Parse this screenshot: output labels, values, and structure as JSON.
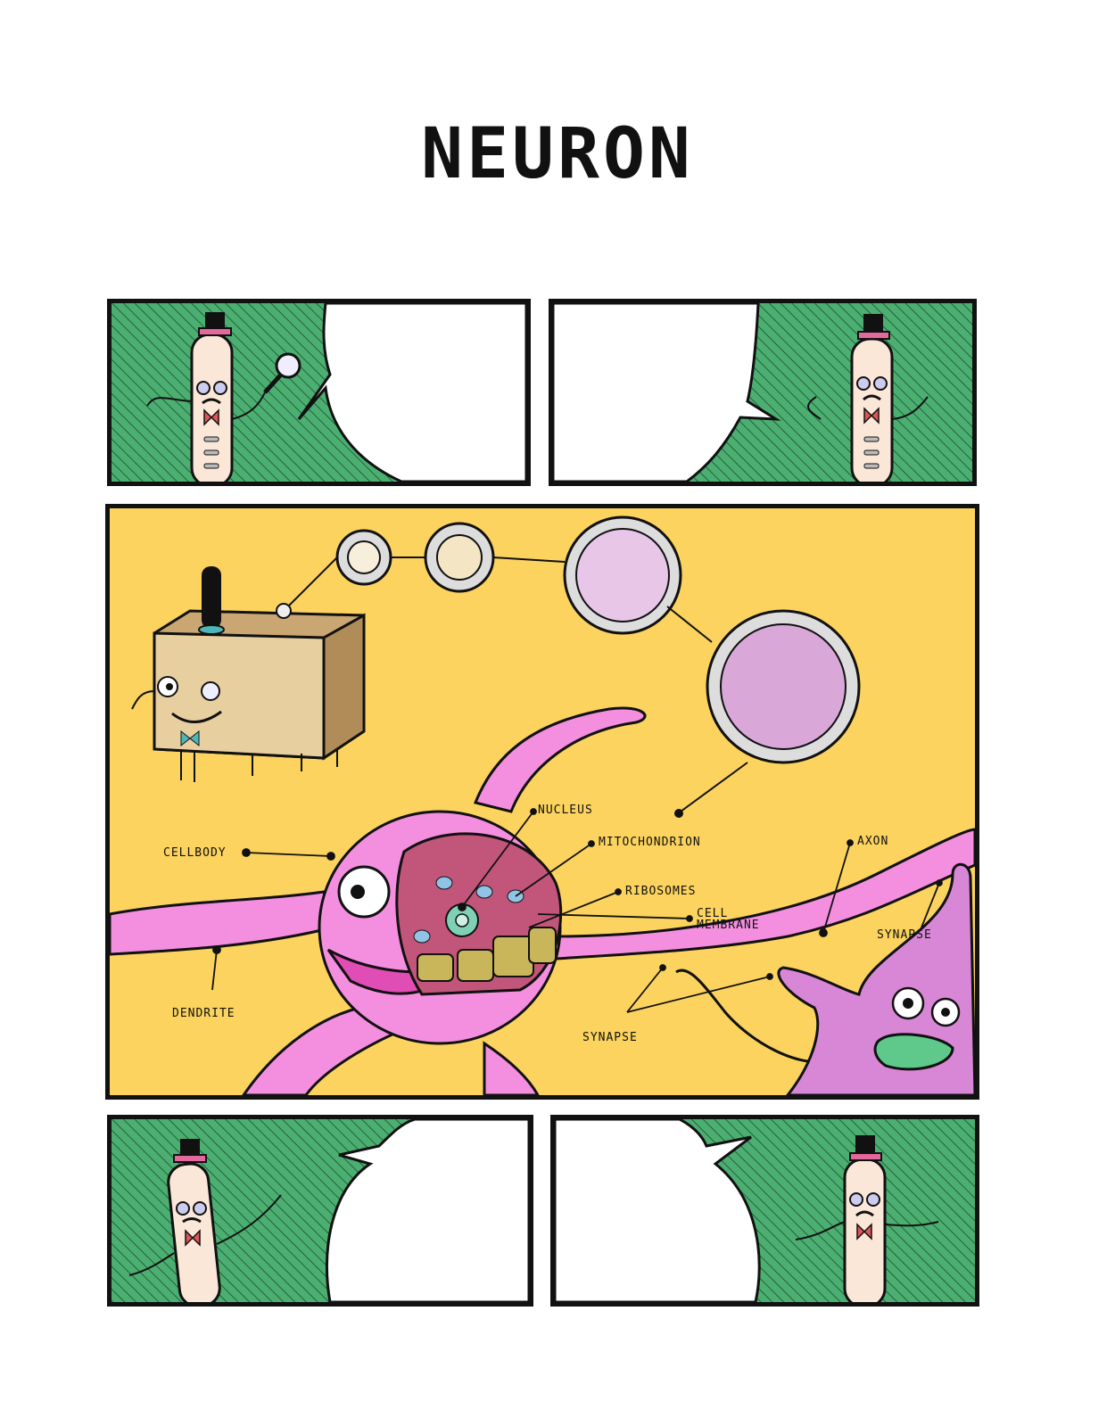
{
  "title": "NEURON",
  "labels": {
    "cell_body": "CELLBODY",
    "nucleus": "NUCLEUS",
    "mitochondrion": "MITOCHONDRION",
    "ribosomes": "RIBOSOMES",
    "cell_membrane_1": "CELL",
    "cell_membrane_2": "MEMBRANE",
    "axon": "AXON",
    "dendrite": "DENDRITE",
    "synapse_left": "SYNAPSE",
    "synapse_right": "SYNAPSE"
  },
  "colors": {
    "green_bg": "#4caf72",
    "yellow_bg": "#fcd35e",
    "neuron_pink": "#f48fe0",
    "neuron_pink_dark": "#d787d6",
    "cell_cut": "#c2567a",
    "ink": "#111111"
  }
}
